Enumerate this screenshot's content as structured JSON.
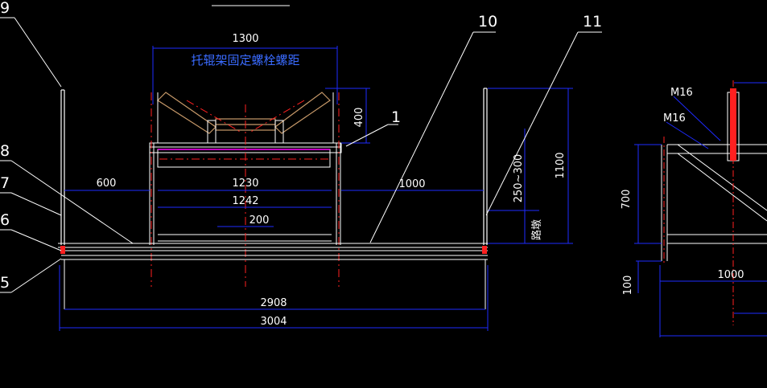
{
  "colors": {
    "background": "#000000",
    "dimension": "#1e2bff",
    "outline": "#ffffff",
    "centerline": "#ff2020",
    "roller": "#c89a6a",
    "highlight": "#ff00ff"
  },
  "drawing": {
    "title_note": "托辊架固定螺栓螺距",
    "dims": {
      "w1300": "1300",
      "h400": "400",
      "w600": "600",
      "w1230": "1230",
      "w1242": "1242",
      "w200": "200",
      "w1000": "1000",
      "w2908": "2908",
      "w3004": "3004",
      "v250_300": "250~300",
      "v1100": "1100",
      "v_stub": "路墩",
      "v700": "700",
      "v100": "100",
      "w1000_side": "1000"
    },
    "balloons": {
      "b9": "9",
      "b8": "8",
      "b7": "7",
      "b6": "6",
      "b5": "5",
      "b1": "1",
      "b10": "10",
      "b11": "11"
    },
    "side_view": {
      "m16_top": "M16",
      "m16_mid": "M16"
    }
  }
}
